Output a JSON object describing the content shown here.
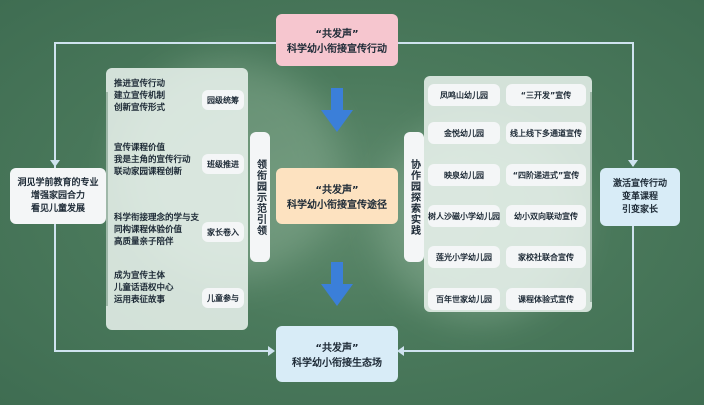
{
  "top": {
    "line1": "“共发声”",
    "line2": "科学幼小衔接宣传行动"
  },
  "middle": {
    "line1": "“共发声”",
    "line2": "科学幼小衔接宣传途径"
  },
  "bottom": {
    "line1": "“共发声”",
    "line2": "科学幼小衔接生态场"
  },
  "left_goal": {
    "lines": [
      "洞见学前教育的专业",
      "增强家园合力",
      "看见儿童发展"
    ]
  },
  "right_goal": {
    "lines": [
      "激活宣传行动",
      "变革课程",
      "引变家长"
    ]
  },
  "left_rows": [
    {
      "lines": [
        "推进宣传行动",
        "建立宣传机制",
        "创新宣传形式"
      ],
      "tag": "园级统筹"
    },
    {
      "lines": [
        "宣传课程价值",
        "我是主角的宣传行动",
        "联动家园课程创新"
      ],
      "tag": "班级推进"
    },
    {
      "lines": [
        "科学衔接理念的学与支",
        "同构课程体验价值",
        "高质量亲子陪伴"
      ],
      "tag": "家长卷入"
    },
    {
      "lines": [
        "成为宣传主体",
        "儿童话语权中心",
        "运用表征故事"
      ],
      "tag": "儿童参与"
    }
  ],
  "left_vertical": "领衔园示范引领",
  "right_vertical": "协作园探索实践",
  "right_rows": [
    {
      "school": "凤鸣山幼儿园",
      "practice": "“三开发”宣传"
    },
    {
      "school": "金悦幼儿园",
      "practice": "线上线下多通道宣传"
    },
    {
      "school": "映泉幼儿园",
      "practice": "“四阶递进式”宣传"
    },
    {
      "school": "树人沙磁小学幼儿园",
      "practice": "幼小双向联动宣传"
    },
    {
      "school": "莲光小学幼儿园",
      "practice": "家校社联合宣传"
    },
    {
      "school": "百年世家幼儿园",
      "practice": "课程体验式宣传"
    }
  ],
  "colors": {
    "pink": "#f6c6cf",
    "peach": "#fde2c0",
    "lightblue": "#d8ecf7",
    "arrow": "#3b7fd9",
    "connector": "#cfe3ef"
  }
}
